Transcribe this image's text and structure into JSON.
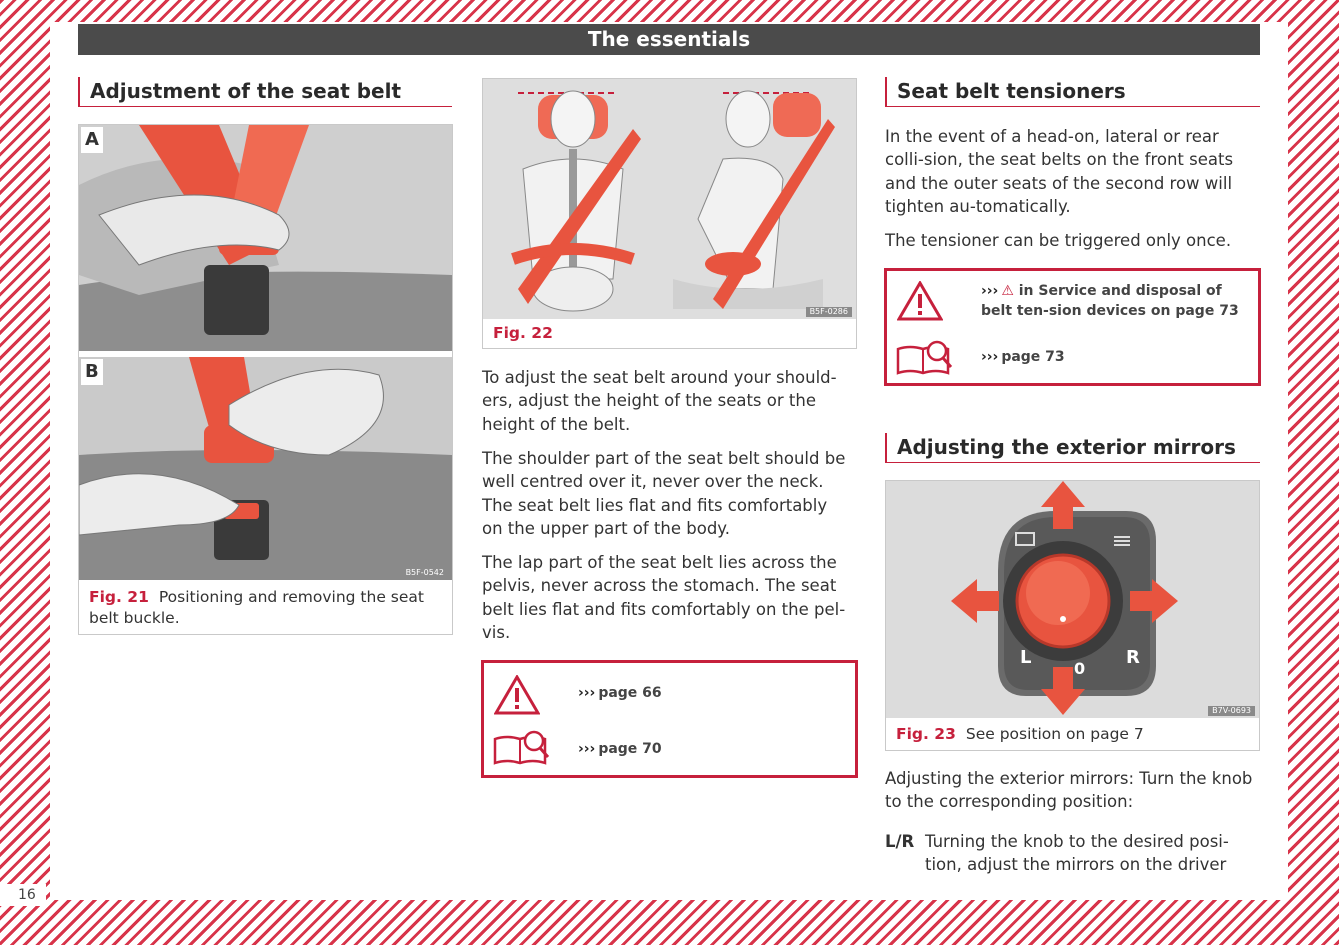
{
  "header": {
    "title": "The essentials"
  },
  "page_number": "16",
  "colors": {
    "accent": "#c6203c",
    "header_bg": "#4b4b4b"
  },
  "col1": {
    "heading": "Adjustment of the seat belt",
    "fig21": {
      "label_a": "A",
      "label_b": "B",
      "code": "B5F-0542",
      "fig_label": "Fig. 21",
      "caption": "Positioning and removing the seat belt buckle."
    }
  },
  "col2": {
    "fig22": {
      "code": "B5F-0286",
      "fig_label": "Fig. 22"
    },
    "paragraphs": [
      "To adjust the seat belt around your should-ers, adjust the height of the seats or the height of the belt.",
      "The shoulder part of the seat belt should be well centred over it, never over the neck. The seat belt lies flat and fits comfortably on the upper part of the body.",
      "The lap part of the seat belt lies across the pelvis, never across the stomach. The seat belt lies flat and fits comfortably on the pel-vis."
    ],
    "warning": {
      "marker": "›››",
      "line1": "page 66",
      "line2": "page 70",
      "icon1": "warning-triangle-icon",
      "icon2": "book-magnifier-icon"
    }
  },
  "col3": {
    "heading1": "Seat belt tensioners",
    "paragraphs1": [
      "In the event of a head-on, lateral or rear colli-sion, the seat belts on the front seats and the outer seats of the second row will tighten au-tomatically.",
      "The tensioner can be triggered only once."
    ],
    "warning": {
      "marker": "›››",
      "line1": "in Service and disposal of belt ten-sion devices on page 73",
      "line2": "page 73",
      "icon1": "warning-triangle-icon",
      "icon2": "book-magnifier-icon"
    },
    "heading2": "Adjusting the exterior mirrors",
    "fig23": {
      "code": "B7V-0693",
      "fig_label": "Fig. 23",
      "caption": "See position on page 7",
      "knob_labels": {
        "left": "L",
        "zero": "0",
        "right": "R"
      }
    },
    "paragraph2": "Adjusting the exterior mirrors: Turn the knob to the corresponding position:",
    "legend": {
      "key": "L/R",
      "text": "Turning the knob to the desired posi-tion, adjust the mirrors on the driver"
    }
  }
}
